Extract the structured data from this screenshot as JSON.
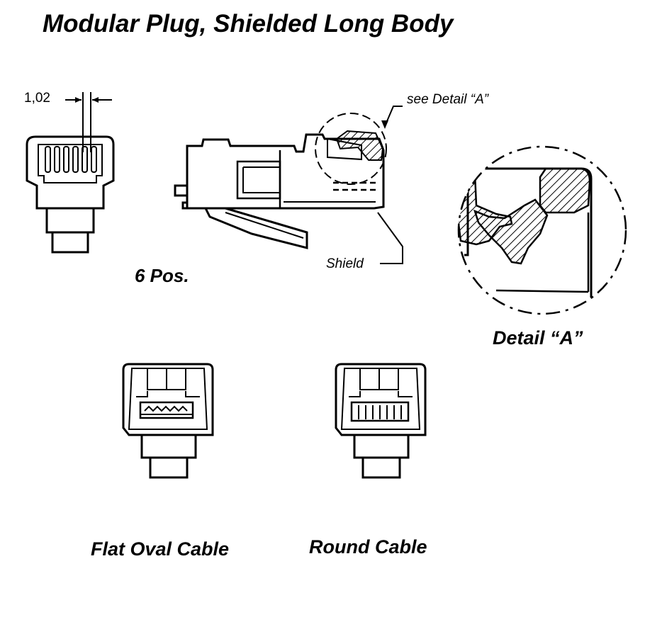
{
  "title": "Modular Plug, Shielded  Long Body",
  "labels": {
    "dimension": "1,02",
    "see_detail": "see Detail “A”",
    "shield": "Shield",
    "positions": "6 Pos.",
    "detail": "Detail “A”",
    "flat_cable": "Flat Oval Cable",
    "round_cable": "Round Cable"
  },
  "colors": {
    "ink": "#000000",
    "paper": "#ffffff"
  }
}
